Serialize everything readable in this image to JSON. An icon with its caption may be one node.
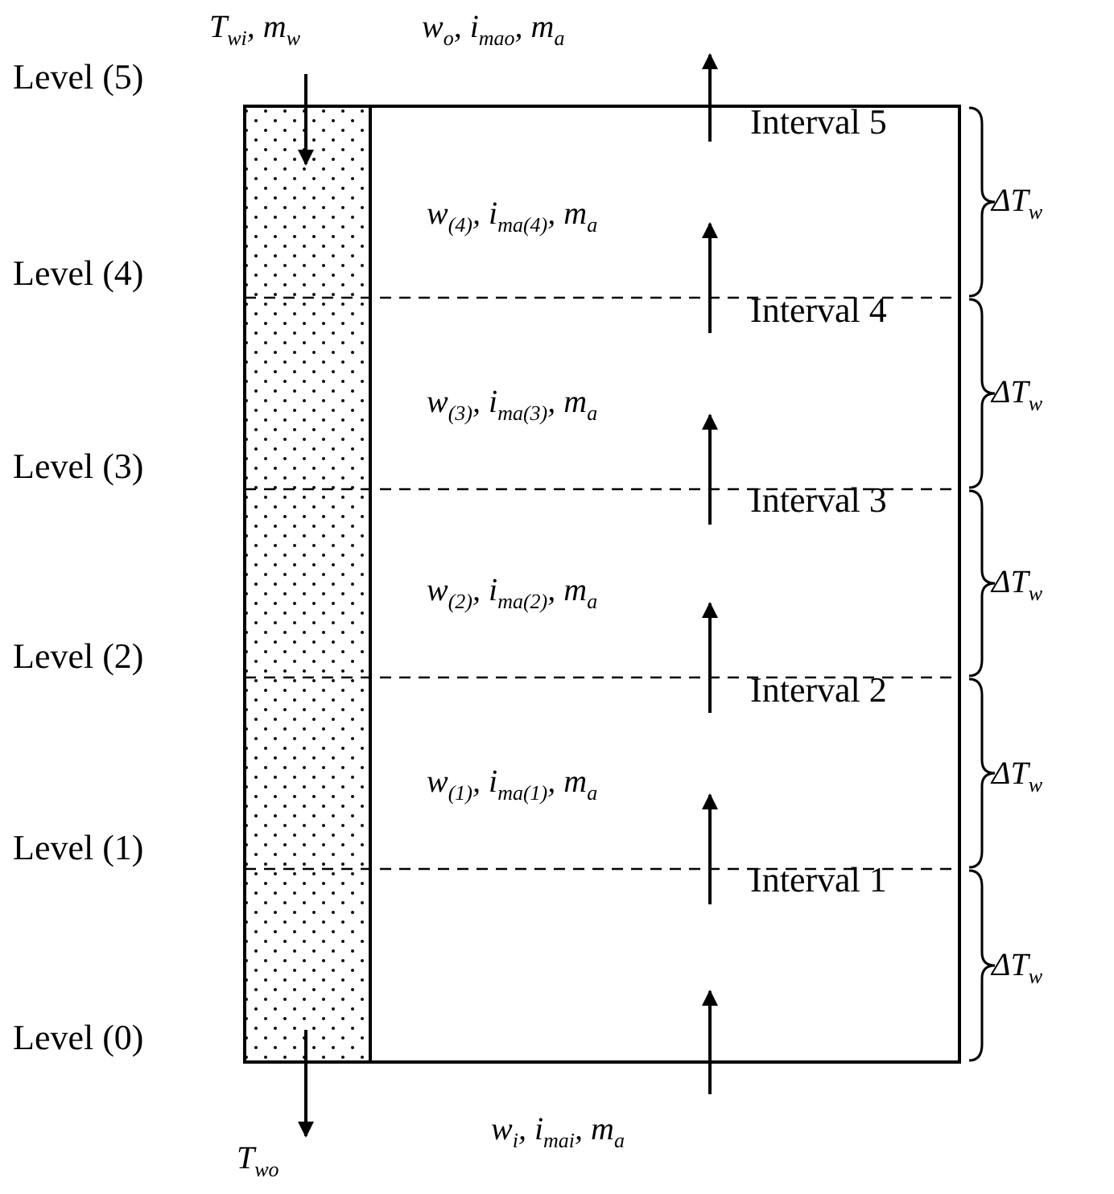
{
  "diagram": {
    "labels": [
      "T$_{wi}$, m$_{w}$",
      "w$_{o}$, i$_{mao}$, m$_{a}$",
      "Level (5)",
      "Interval 5",
      "ΔT$_{w}$",
      "w$_{(4)}$, i$_{ma(4)}$, m$_{a}$",
      "Level (4)",
      "Interval 4",
      "ΔT$_{w}$",
      "w$_{(3)}$, i$_{ma(3)}$, m$_{a}$",
      "Level (3)",
      "Interval 3",
      "ΔT$_{w}$",
      "w$_{(2)}$, i$_{ma(2)}$, m$_{a}$",
      "Level (2)",
      "Interval 2",
      "ΔT$_{w}$",
      "w$_{(1)}$, i$_{ma(1)}$, m$_{a}$",
      "Level (1)",
      "Interval 1",
      "ΔT$_{w}$",
      "Level (0)",
      "T$_{wo}$",
      "w$_{i}$, i$_{mai}$, m$_{a}$"
    ]
  }
}
